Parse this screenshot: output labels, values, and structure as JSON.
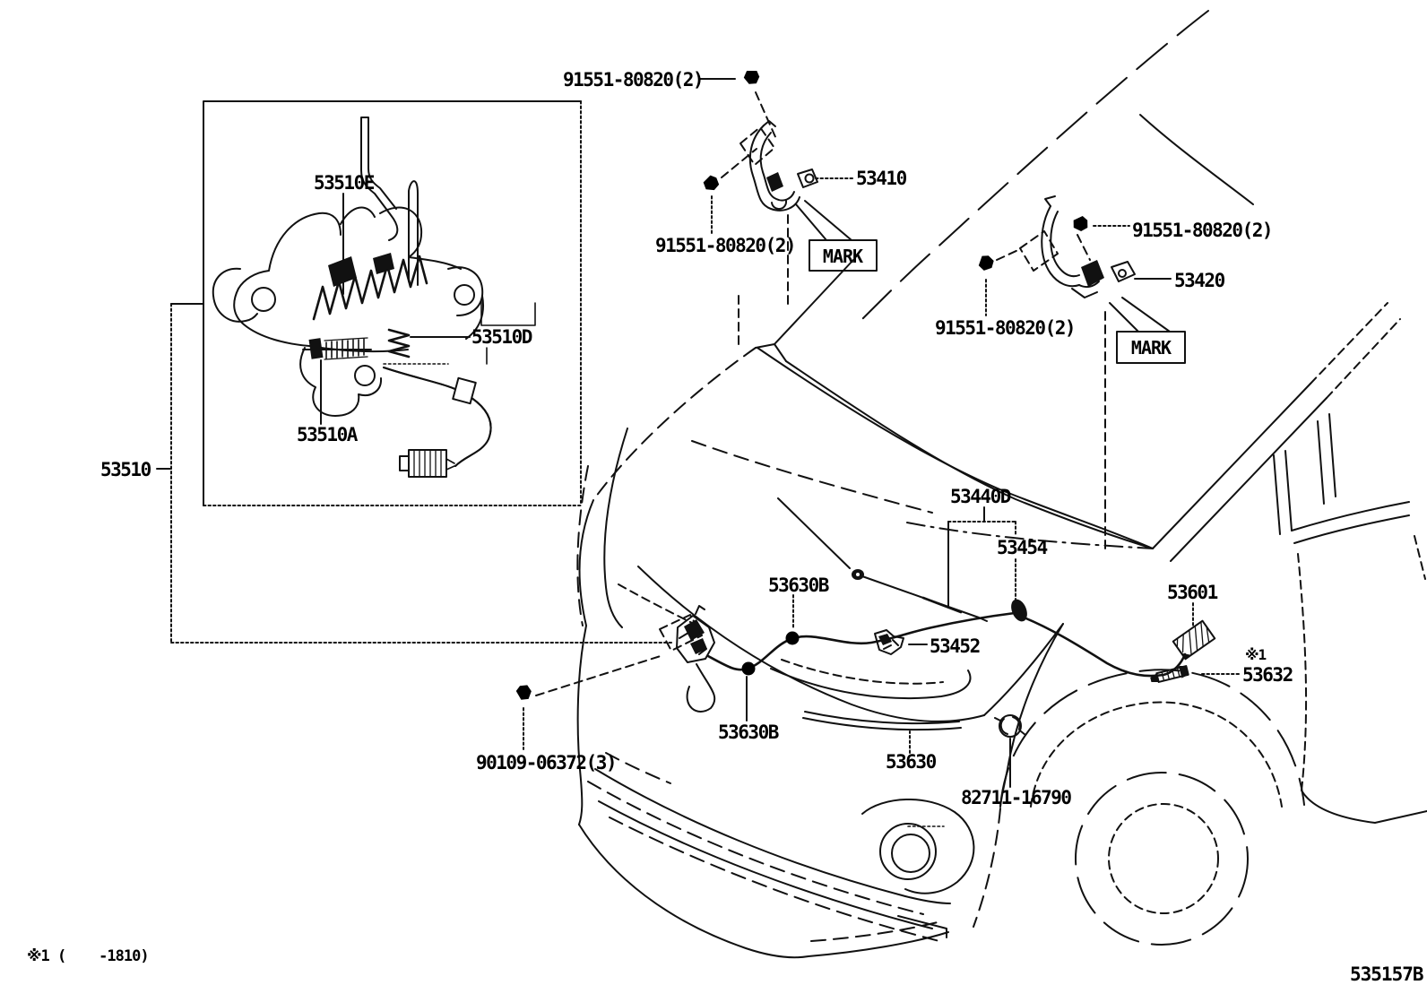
{
  "colors": {
    "ink": "#111111",
    "background": "#ffffff"
  },
  "labels": {
    "l_91551": "91551-80820(2)",
    "l_53410": "53410",
    "l_53420": "53420",
    "l_mark": "MARK",
    "l_53510e": "53510E",
    "l_53510d": "53510D",
    "l_53510a": "53510A",
    "l_53510": "53510",
    "l_53440d": "53440D",
    "l_53454": "53454",
    "l_53630b": "53630B",
    "l_53452": "53452",
    "l_53601": "53601",
    "l_ref1": "※1",
    "l_53632": "53632",
    "l_90109": "90109-06372(3)",
    "l_53630": "53630",
    "l_82711": "82711-16790"
  },
  "notes": {
    "footnote": "※1 (    -1810)",
    "drawing_code": "535157B"
  }
}
